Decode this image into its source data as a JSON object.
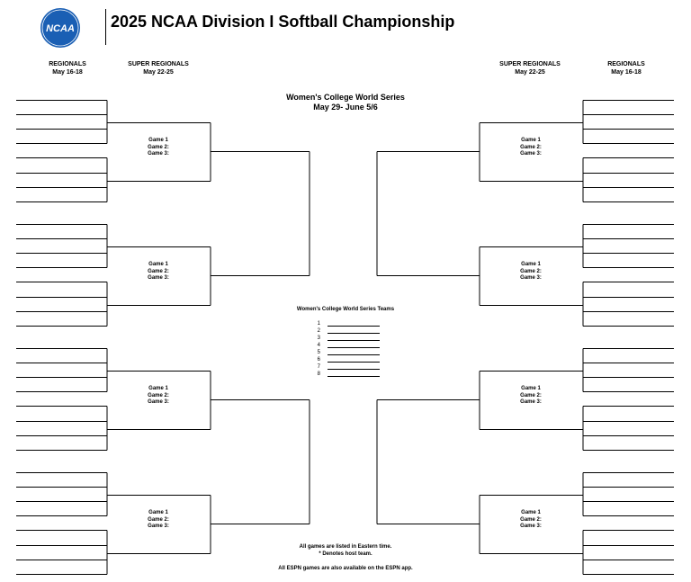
{
  "header": {
    "title": "2025 NCAA Division I Softball Championship",
    "logo_text": "NCAA",
    "logo_color": "#1a5fb4"
  },
  "left_headers": {
    "regionals": {
      "label": "REGIONALS",
      "dates": "May 16-18"
    },
    "super_regionals": {
      "label": "SUPER REGIONALS",
      "dates": "May 22-25"
    }
  },
  "right_headers": {
    "super_regionals": {
      "label": "SUPER REGIONALS",
      "dates": "May 22-25"
    },
    "regionals": {
      "label": "REGIONALS",
      "dates": "May 16-18"
    }
  },
  "center": {
    "title": "Women's College World Series",
    "dates": "May 29- June 5/6",
    "teams_label": "Women's College World Series Teams",
    "team_numbers": [
      "1",
      "2",
      "3",
      "4",
      "5",
      "6",
      "7",
      "8"
    ]
  },
  "game_labels": {
    "g1": "Game 1",
    "g2": "Game 2:",
    "g3": "Game 3:"
  },
  "footer": {
    "line1": "All games are listed in Eastern time.",
    "line2": "* Denotes host team.",
    "line3": "All ESPN games are also available on the ESPN app."
  }
}
